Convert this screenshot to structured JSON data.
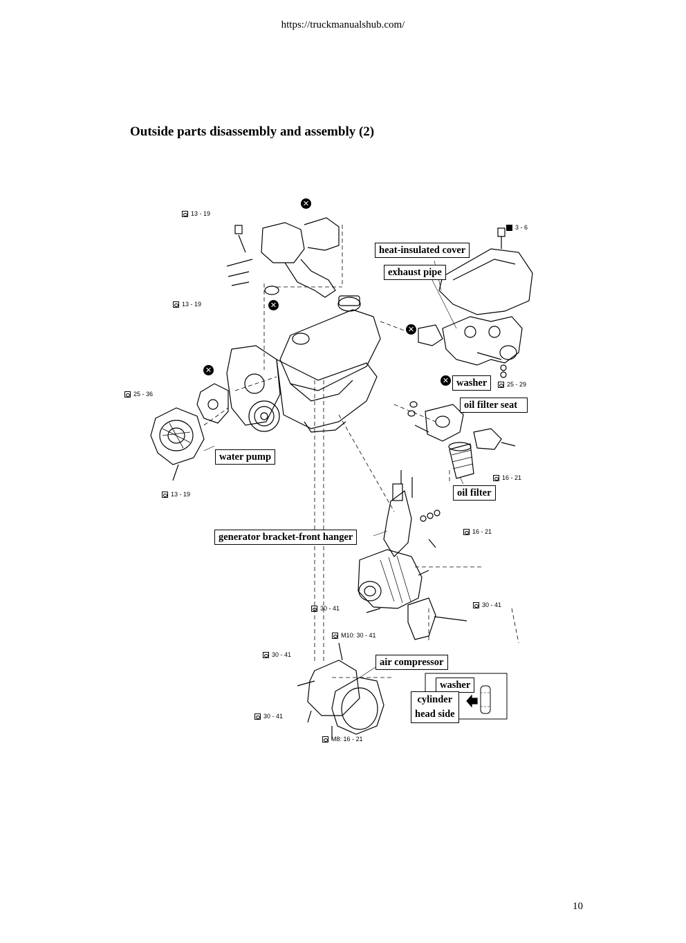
{
  "header": {
    "url": "https://truckmanualshub.com/"
  },
  "heading": "Outside parts disassembly and assembly (2)",
  "page_number": "10",
  "labels": {
    "heat_insulated_cover": "heat-insulated cover",
    "exhaust_pipe": "exhaust pipe",
    "washer_top": "washer",
    "oil_filter_seat": "oil filter seat",
    "water_pump": "water pump",
    "oil_filter": "oil filter",
    "generator_bracket": "generator bracket-front hanger",
    "air_compressor": "air compressor",
    "washer_inset": "washer",
    "cylinder": "cylinder",
    "head_side": "head side"
  },
  "torques": {
    "t1": "13 - 19",
    "t2": "13 - 19",
    "t3": "3 - 6",
    "t4": "25 - 36",
    "t5": "25 - 29",
    "t6": "16 - 21",
    "t7": "13 - 19",
    "t8": "16 - 21",
    "t9": "30 - 41",
    "t10": "30 - 41",
    "t11": "M10: 30 - 41",
    "t12": "30 - 41",
    "t13": "30 - 41",
    "t14": "M8: 16 - 21"
  },
  "icons": {
    "torque": "torque-wrench-icon",
    "replace": "replace-part-x-icon"
  }
}
